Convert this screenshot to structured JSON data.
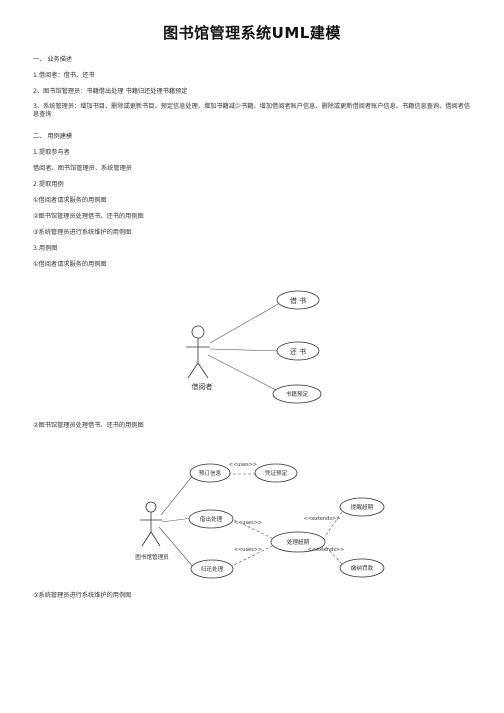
{
  "doc": {
    "title": "图书馆管理系统UML建模",
    "s1_heading": "一、   业务描述",
    "s1_item1": "1.借阅者：借书、还书",
    "s1_item2": "2、图书馆管理员：书籍借出处理   书籍归还处理书籍预定",
    "s1_item3": "3、系统管理员：增加书目、删除或更新书目、预定信息处理、增加书籍减少书籍、增加借阅者账户信息、删除或更新借阅者账户信息、书籍信息查询、借阅者信息查询",
    "s2_heading": "二、   用例建模",
    "s2_item1": "1.提取参与者",
    "s2_actors": "借阅者、图书馆管理员、系统管理员",
    "s2_item2": "2.提取用例",
    "uc_list_1": "①借阅者请求服务的用例图",
    "uc_list_2": "②图书馆管理员处理借书、还书的用例图",
    "uc_list_3": "③系统管理员进行系统维护的用例图",
    "s2_item3": "3.用例图",
    "diagram1_caption": "①借阅者请求服务的用例图",
    "diagram2_caption": "②图书馆管理员处理借书、还书的用例图",
    "diagram3_caption": "③系统管理员进行系统维护的用例图"
  },
  "diagram1": {
    "actor": "借阅者",
    "usecases": [
      "借 书",
      "还 书",
      "书籍预定"
    ]
  },
  "diagram2": {
    "actor": "图书馆管理员",
    "usecases": {
      "reserve": "预订信息",
      "verify": "凭证预定",
      "lend": "借出处理",
      "return": "归还处理",
      "overdue": "处理超期",
      "remind": "提醒超期",
      "fine": "缴纳罚款"
    },
    "uses": "<<uses>>",
    "extends": "<<extends>>"
  }
}
